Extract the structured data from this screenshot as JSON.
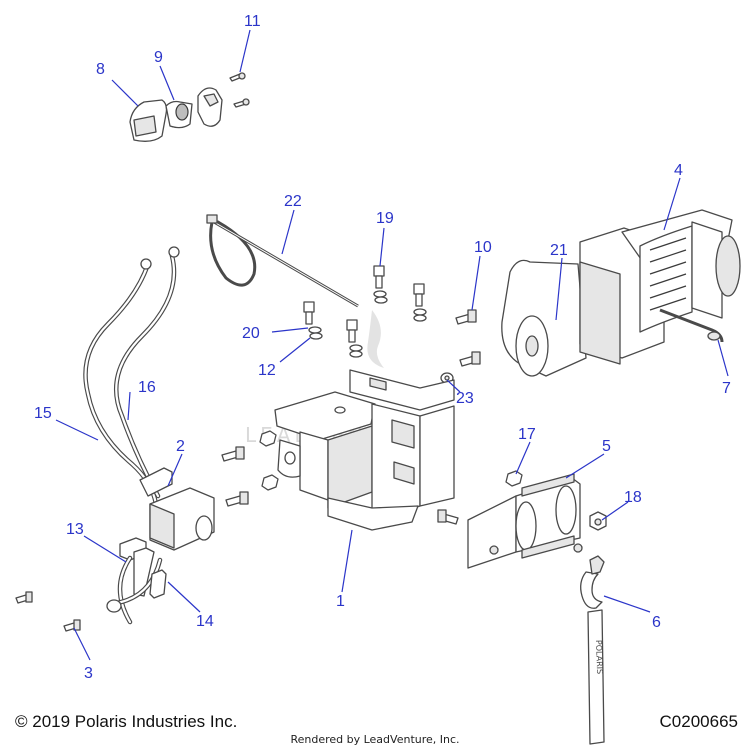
{
  "diagram": {
    "callouts": [
      {
        "num": "1"
      },
      {
        "num": "2"
      },
      {
        "num": "3"
      },
      {
        "num": "4"
      },
      {
        "num": "5"
      },
      {
        "num": "6"
      },
      {
        "num": "7"
      },
      {
        "num": "8"
      },
      {
        "num": "9"
      },
      {
        "num": "10"
      },
      {
        "num": "11"
      },
      {
        "num": "12"
      },
      {
        "num": "13"
      },
      {
        "num": "14"
      },
      {
        "num": "15"
      },
      {
        "num": "16"
      },
      {
        "num": "17"
      },
      {
        "num": "18"
      },
      {
        "num": "19"
      },
      {
        "num": "20"
      },
      {
        "num": "21"
      },
      {
        "num": "22"
      },
      {
        "num": "23"
      }
    ],
    "watermark": "LEADVENTURE",
    "strap_text": "POLARIS"
  },
  "footer": {
    "copyright": "© 2019 Polaris Industries Inc.",
    "drawing_code": "C0200665",
    "rendered_by": "Rendered by LeadVenture, Inc."
  },
  "colors": {
    "callout": "#2b35c9",
    "line": "#4a4a4a"
  }
}
